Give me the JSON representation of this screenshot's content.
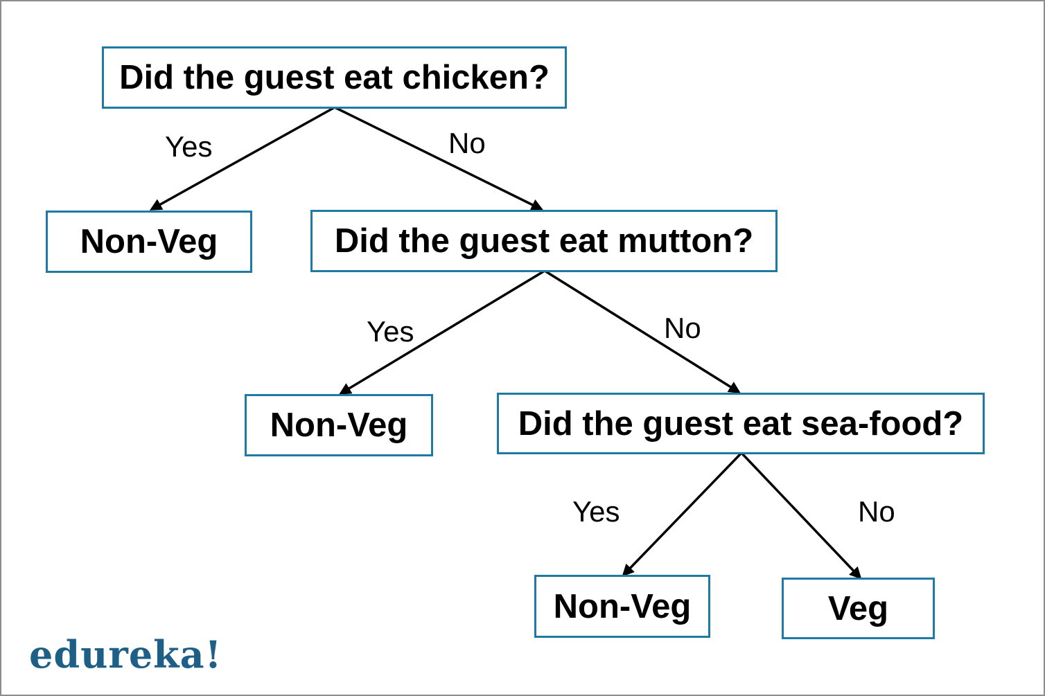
{
  "nodes": {
    "q_chicken": "Did the guest eat chicken?",
    "leaf_1": "Non-Veg",
    "q_mutton": "Did the guest eat mutton?",
    "leaf_2": "Non-Veg",
    "q_seafood": "Did the guest eat sea-food?",
    "leaf_3": "Non-Veg",
    "leaf_4": "Veg"
  },
  "edges": {
    "chicken_yes": "Yes",
    "chicken_no": "No",
    "mutton_yes": "Yes",
    "mutton_no": "No",
    "seafood_yes": "Yes",
    "seafood_no": "No"
  },
  "logo": "edureka!",
  "colors": {
    "node_border": "#1f7aa3",
    "frame_border": "#8c8c8c",
    "logo": "#1d5f87"
  }
}
